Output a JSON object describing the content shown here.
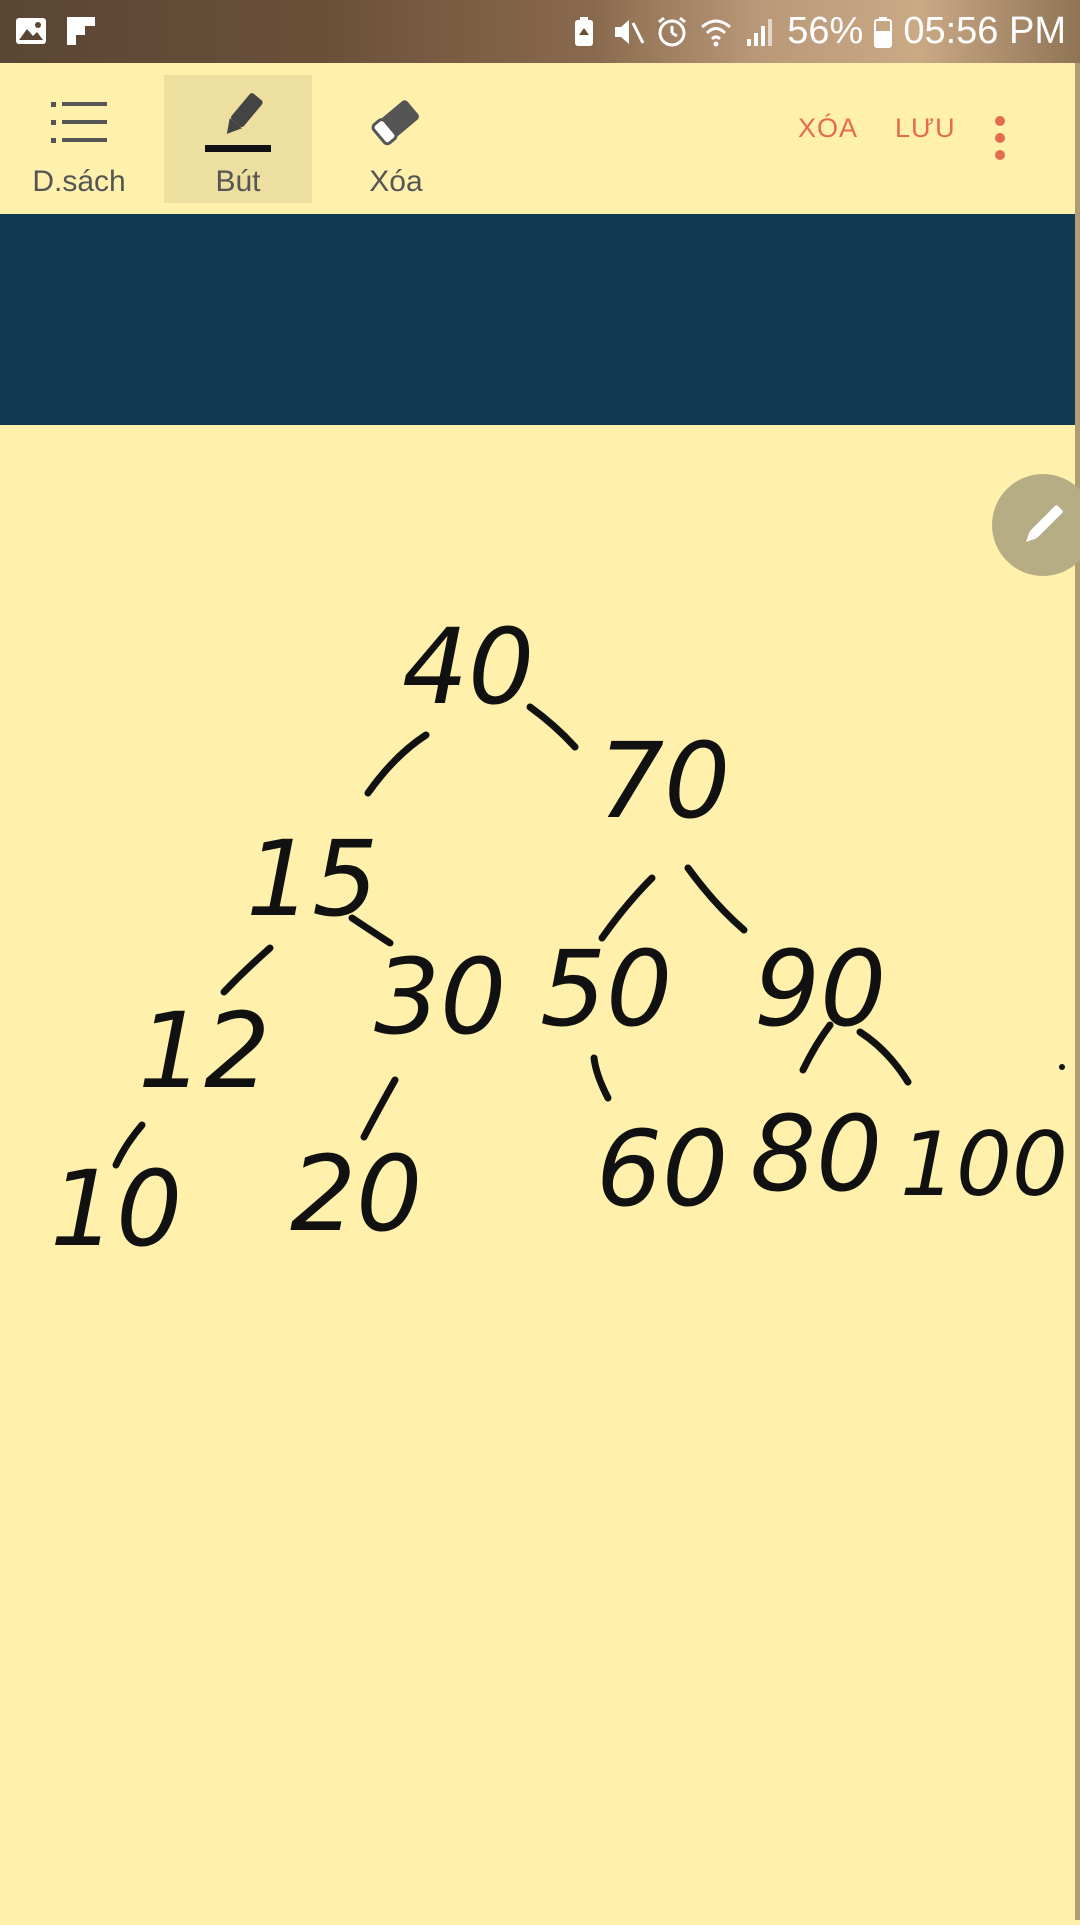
{
  "status_bar": {
    "battery": "56%",
    "time": "05:56 PM",
    "icons": [
      "image-icon",
      "flipboard-icon",
      "battery-saver-icon",
      "mute-icon",
      "alarm-icon",
      "wifi-icon",
      "signal-icon",
      "battery-icon"
    ]
  },
  "toolbar": {
    "tools": [
      {
        "label": "D.sách",
        "icon": "list-icon"
      },
      {
        "label": "Bút",
        "icon": "pen-icon"
      },
      {
        "label": "Xóa",
        "icon": "eraser-icon"
      }
    ],
    "clear_label": "XÓA",
    "save_label": "LƯU",
    "colors": {
      "accent": "#e36b4e",
      "background": "#fff0ab",
      "band": "#0f3a50"
    }
  },
  "drawing": {
    "nodes": [
      "40",
      "70",
      "15",
      "12",
      "30",
      "50",
      "90",
      "10",
      "20",
      "60",
      "80",
      "100"
    ]
  }
}
